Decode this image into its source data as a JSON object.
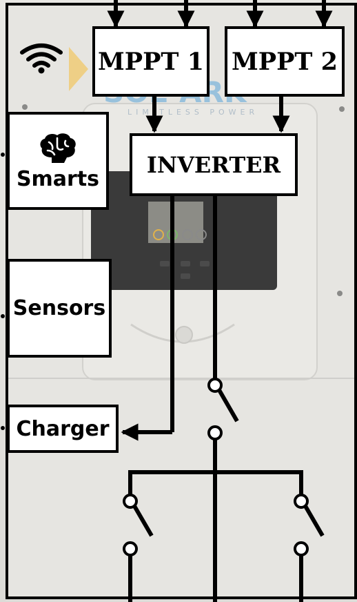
{
  "brand": {
    "logo_text": "SOL-ARK",
    "tagline": "LIMITLESS POWER",
    "logo_colors": {
      "blue": "#2b8fd6",
      "sun": "#f4c04a"
    }
  },
  "icons": [
    "wifi-icon",
    "brain-icon"
  ],
  "blocks": {
    "mppt1": "MPPT 1",
    "mppt2": "MPPT 2",
    "inverter": "INVERTER",
    "smarts": "Smarts",
    "sensors": "Sensors",
    "charger": "Charger"
  },
  "colors": {
    "line": "#000000",
    "box_fill": "#ffffff",
    "panel": "#e6e5e1",
    "screen": "#3a3a3a"
  }
}
